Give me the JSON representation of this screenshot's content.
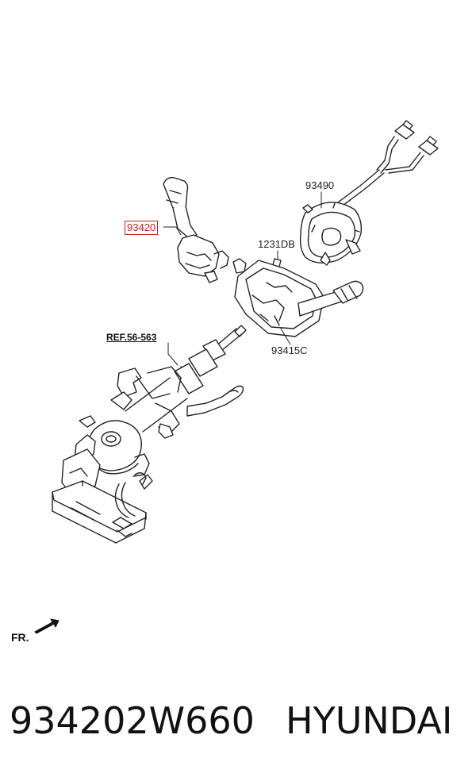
{
  "callouts": {
    "part_93420": "93420",
    "part_93490": "93490",
    "part_1231DB": "1231DB",
    "part_93415C": "93415C",
    "ref": "REF.56-563"
  },
  "direction_label": "FR.",
  "caption": {
    "part_number": "934202W660",
    "brand": "HYUNDAI"
  },
  "highlight_color": "#d01c1c"
}
